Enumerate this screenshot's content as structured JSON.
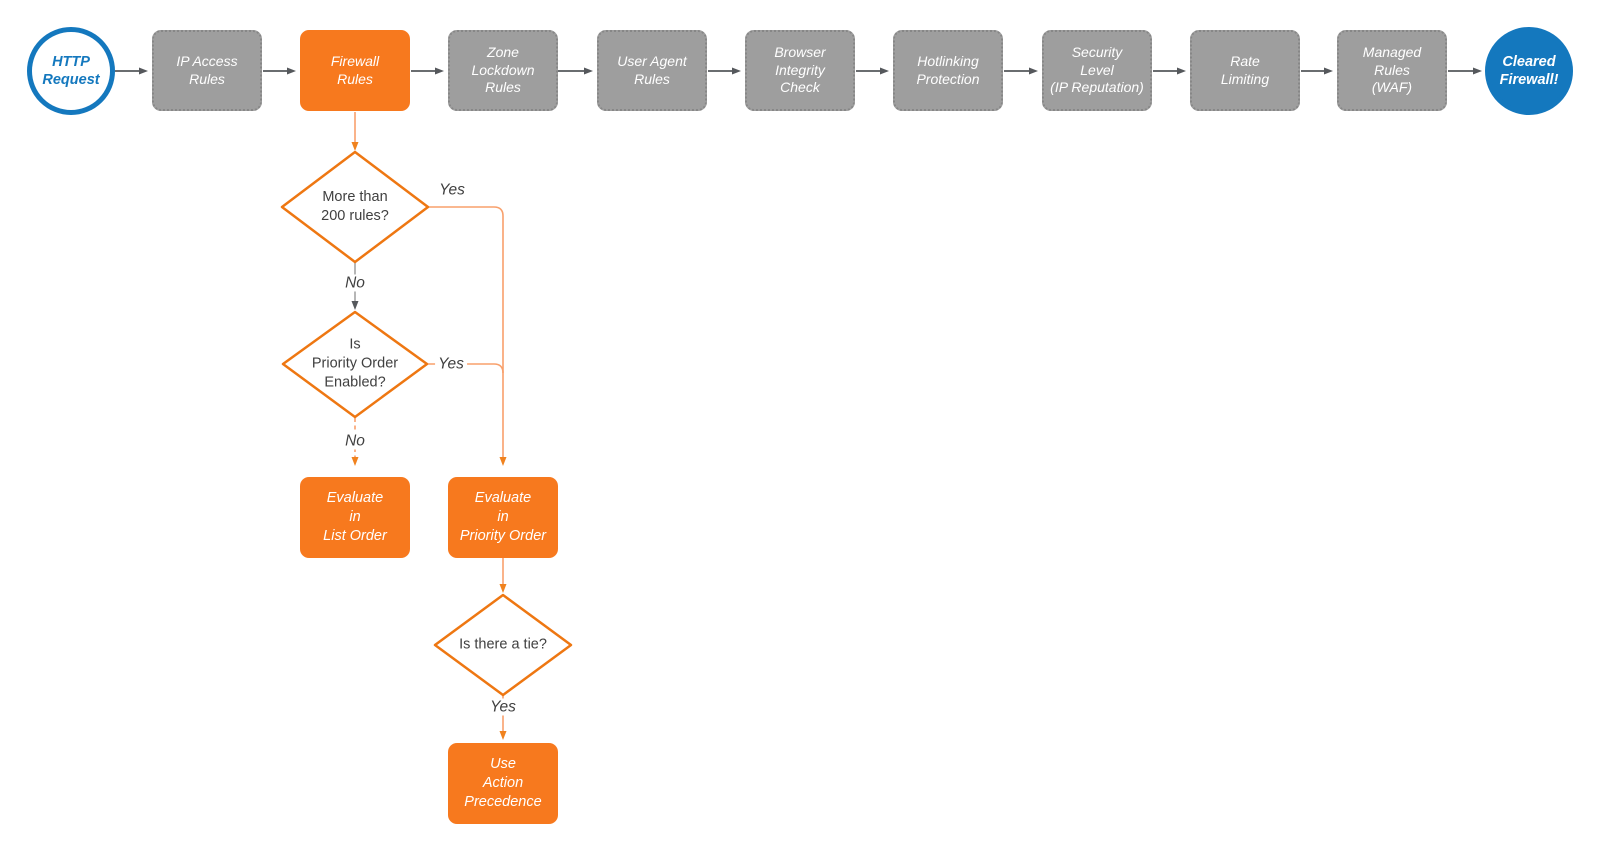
{
  "diagram": {
    "type": "flowchart",
    "colors": {
      "accent_orange": "#F7791E",
      "orange_stroke": "#EE7712",
      "connector_orange": "#F8A06C",
      "gray_fill": "#9E9E9E",
      "gray_border": "#878787",
      "arrow_gray": "#55585C",
      "brand_blue": "#1478BE",
      "text_dark": "#404040",
      "node_text": "#FFFFFF"
    },
    "start": {
      "label": "HTTP\nRequest"
    },
    "stages": [
      {
        "label": "IP Access\nRules",
        "style": "gray"
      },
      {
        "label": "Firewall\nRules",
        "style": "orange"
      },
      {
        "label": "Zone\nLockdown\nRules",
        "style": "gray"
      },
      {
        "label": "User Agent\nRules",
        "style": "gray"
      },
      {
        "label": "Browser\nIntegrity\nCheck",
        "style": "gray"
      },
      {
        "label": "Hotlinking\nProtection",
        "style": "gray"
      },
      {
        "label": "Security\nLevel\n(IP Reputation)",
        "style": "gray"
      },
      {
        "label": "Rate\nLimiting",
        "style": "gray"
      },
      {
        "label": "Managed\nRules\n(WAF)",
        "style": "gray"
      }
    ],
    "end": {
      "label": "Cleared\nFirewall!"
    },
    "decisions": [
      {
        "question": "More than\n200 rules?",
        "yes_label": "Yes",
        "no_label": "No"
      },
      {
        "question": "Is\nPriority Order\nEnabled?",
        "yes_label": "Yes",
        "no_label": "No"
      },
      {
        "question": "Is there a tie?",
        "yes_label": "Yes"
      }
    ],
    "actions": [
      {
        "label": "Evaluate\nin\nList Order"
      },
      {
        "label": "Evaluate\nin\nPriority Order"
      },
      {
        "label": "Use\nAction\nPrecedence"
      }
    ]
  }
}
